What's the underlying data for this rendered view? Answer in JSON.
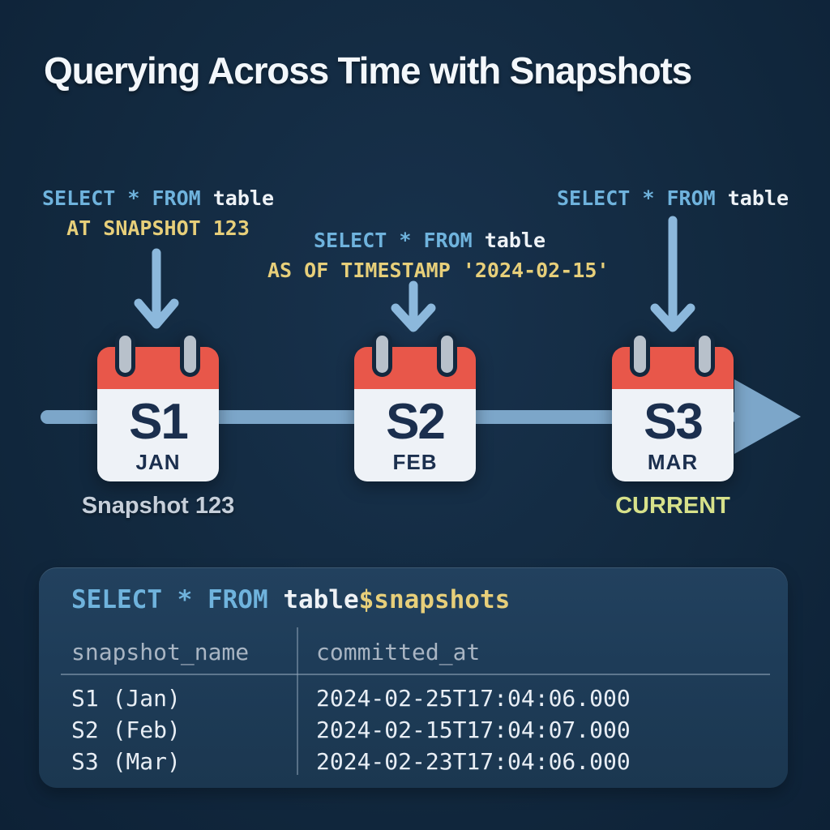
{
  "title": "Querying Across Time with Snapshots",
  "queries": [
    {
      "keyword": "SELECT * FROM",
      "object": "table",
      "clause": "AT SNAPSHOT 123"
    },
    {
      "keyword": "SELECT * FROM",
      "object": "table",
      "clause": "AS OF TIMESTAMP '2024-02-15'"
    },
    {
      "keyword": "SELECT * FROM",
      "object": "table",
      "clause": ""
    }
  ],
  "timeline": {
    "snapshots": [
      {
        "id": "S1",
        "month": "JAN",
        "caption": "Snapshot 123"
      },
      {
        "id": "S2",
        "month": "FEB",
        "caption": ""
      },
      {
        "id": "S3",
        "month": "MAR",
        "caption": "CURRENT"
      }
    ]
  },
  "snapshots_panel": {
    "query": {
      "keyword": "SELECT * FROM",
      "object": "table",
      "metadata_suffix": "$snapshots"
    },
    "table": {
      "headers": [
        "snapshot_name",
        "committed_at"
      ],
      "rows": [
        {
          "snapshot_name": "S1 (Jan)",
          "committed_at": "2024-02-25T17:04:06.000"
        },
        {
          "snapshot_name": "S2 (Feb)",
          "committed_at": "2024-02-15T17:04:07.000"
        },
        {
          "snapshot_name": "S3 (Mar)",
          "committed_at": "2024-02-23T17:04:06.000"
        }
      ]
    }
  },
  "colors": {
    "background": "#12293f",
    "title_text": "#f3f7fb",
    "sql_keyword": "#6fb3dd",
    "sql_identifier": "#eef2f6",
    "sql_literal": "#e7cf7a",
    "arrow": "#8cb8dc",
    "timeline": "#7ca6c9",
    "calendar_header": "#e8574a",
    "calendar_body": "#eef2f7",
    "calendar_text": "#1b2f4e",
    "calendar_pin": "#b8c1cb",
    "caption_grey": "#c6cfda",
    "caption_current": "#d7e18a",
    "panel_background": "#1e3c58",
    "table_header_text": "#a9b5c3",
    "table_row_text": "#e8eef5",
    "table_divider": "#8fa2b5"
  }
}
